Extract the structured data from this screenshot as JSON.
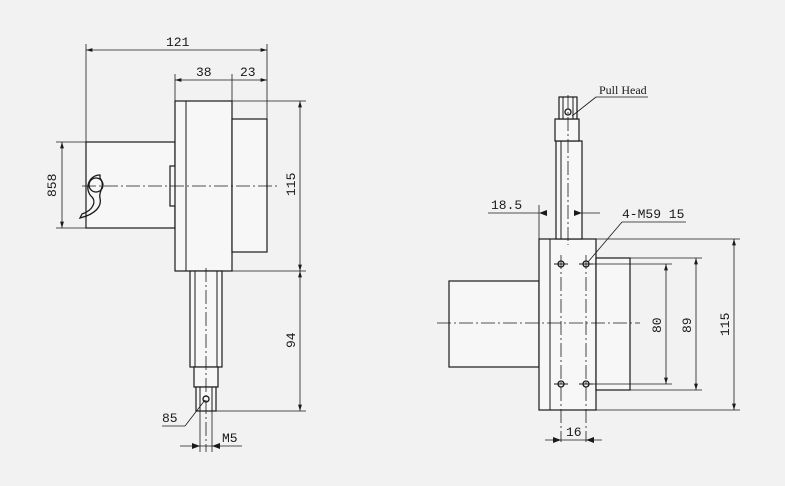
{
  "left_view": {
    "overall_width": "121",
    "width_a": "38",
    "width_b": "23",
    "left_height": "858",
    "body_height": "115",
    "rod_length": "94",
    "end_dim": "85",
    "thread": "M5"
  },
  "right_view": {
    "pull_head_label": "Pull Head",
    "offset_dim": "18.5",
    "hole_label": "4-M59 15",
    "hole_spacing_v": "80",
    "flange_height": "89",
    "body_height": "115",
    "hole_spacing_h": "16"
  }
}
